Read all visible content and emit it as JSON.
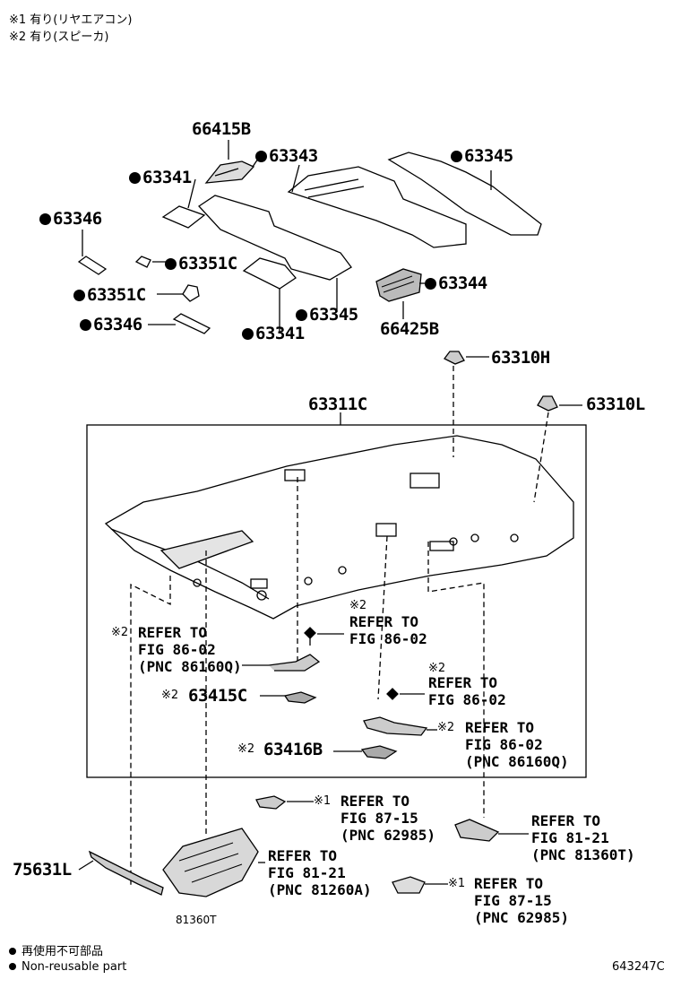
{
  "header_notes": [
    "※1 有り(リヤエアコン)",
    "※2 有り(スピーカ)"
  ],
  "parts": {
    "p66415B": "66415B",
    "p63343": "63343",
    "p63345_top": "63345",
    "p63341_left": "63341",
    "p63346_top": "63346",
    "p63351C_top": "63351C",
    "p63351C_mid": "63351C",
    "p63346_bottom": "63346",
    "p63341_bottom": "63341",
    "p63345_mid": "63345",
    "p63344": "63344",
    "p66425B": "66425B",
    "p63310H": "63310H",
    "p63311C": "63311C",
    "p63310L": "63310L",
    "p63415C": "63415C",
    "p63416B": "63416B",
    "p75631L": "75631L"
  },
  "refs": {
    "r1": {
      "mark": "※2",
      "text": "REFER TO\nFIG 86-02\n(PNC 86160Q)"
    },
    "r2": {
      "mark": "※2",
      "text": "REFER TO\nFIG 86-02"
    },
    "r3": {
      "mark": "※2",
      "text": "REFER TO\nFIG 86-02"
    },
    "r4": {
      "mark": "※2",
      "text": "REFER TO\nFIG 86-02\n(PNC 86160Q)"
    },
    "r5": {
      "mark": "※1",
      "text": "REFER TO\nFIG 87-15\n(PNC 62985)"
    },
    "r6": {
      "mark": "",
      "text": "REFER TO\nFIG 81-21\n(PNC 81360T)"
    },
    "r7": {
      "mark": "",
      "text": "REFER TO\nFIG 81-21\n(PNC 81260A)"
    },
    "r8": {
      "mark": "※1",
      "text": "REFER TO\nFIG 87-15\n(PNC 62985)"
    }
  },
  "mark_63415C": "※2",
  "mark_63416B": "※2",
  "label_81360T": "81360T",
  "footer": {
    "legend_jp": "再使用不可部品",
    "legend_en": "Non-reusable part",
    "diagram_id": "643247C"
  }
}
